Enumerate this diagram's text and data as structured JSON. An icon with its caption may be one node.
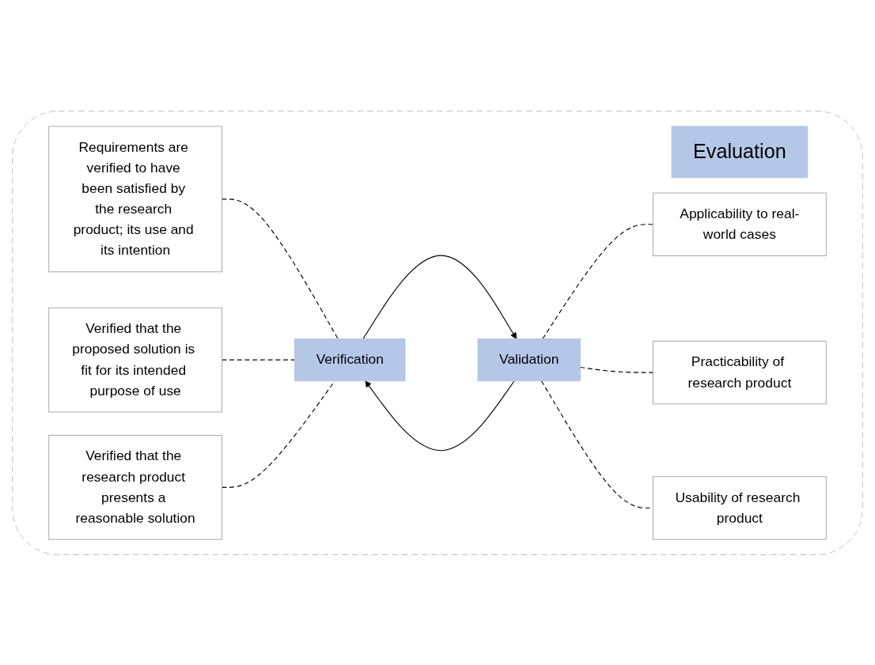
{
  "diagram": {
    "nodes": [
      {
        "text": [],
        "shape": "box"
      },
      {
        "text": [
          "Evaluation"
        ],
        "in": 0
      },
      {
        "text": [
          "Requirements are verified to have been satisfied by the research product; its use and its intention"
        ],
        "in": 0
      },
      {
        "text": [
          "Verified that the proposed solution is fit for its intended purpose of use"
        ],
        "in": 0
      },
      {
        "text": [
          "Verified that the research product presents a reasonable solution"
        ],
        "in": 0
      },
      {
        "text": [
          "Verification"
        ],
        "in": 0
      },
      {
        "text": [
          "Validation"
        ],
        "in": 0
      },
      {
        "text": [
          "Applicability to real-world cases"
        ],
        "in": 0
      },
      {
        "text": [
          "Practicability of research product"
        ],
        "in": 0
      },
      {
        "text": [
          "Usability of research product"
        ],
        "in": 0
      }
    ],
    "edges": [
      {
        "from": 2,
        "to": 5,
        "arrow": "none",
        "style": "dashed"
      },
      {
        "from": 3,
        "to": 5,
        "arrow": "none",
        "style": "dashed"
      },
      {
        "from": 4,
        "to": 5,
        "arrow": "none",
        "style": "dashed"
      },
      {
        "from": 6,
        "to": 5,
        "arrow": "to"
      },
      {
        "from": 5,
        "to": 6,
        "arrow": "to"
      },
      {
        "from": 6,
        "to": 7,
        "arrow": "none",
        "style": "dashed"
      },
      {
        "from": 6,
        "to": 8,
        "arrow": "none",
        "style": "dashed"
      },
      {
        "from": 6,
        "to": 9,
        "arrow": "none",
        "style": "dashed"
      }
    ]
  }
}
